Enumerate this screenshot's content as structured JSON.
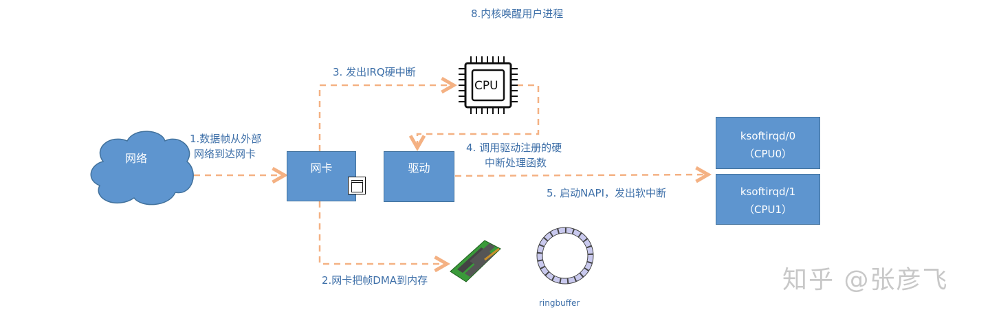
{
  "title": "8.内核唤醒用户进程",
  "nodes": {
    "network": "网络",
    "nic": "网卡",
    "driver": "驱动",
    "cpu": "CPU",
    "ksoftirqd0": {
      "name": "ksoftirqd/0",
      "cpu": "（CPU0）"
    },
    "ksoftirqd1": {
      "name": "ksoftirqd/1",
      "cpu": "（CPU1）"
    },
    "ringbuffer": "ringbuffer"
  },
  "steps": {
    "s1": [
      "1.数据帧从外部",
      "网络到达网卡"
    ],
    "s2": "2.网卡把帧DMA到内存",
    "s3": "3. 发出IRQ硬中断",
    "s4": [
      "4. 调用驱动注册的硬",
      "中断处理函数"
    ],
    "s5": "5. 启动NAPI，发出软中断"
  },
  "watermark": "知乎 @张彦飞",
  "colors": {
    "arrow": "#f4b183",
    "box": "#5e95cf",
    "text": "#3d6fa8"
  }
}
